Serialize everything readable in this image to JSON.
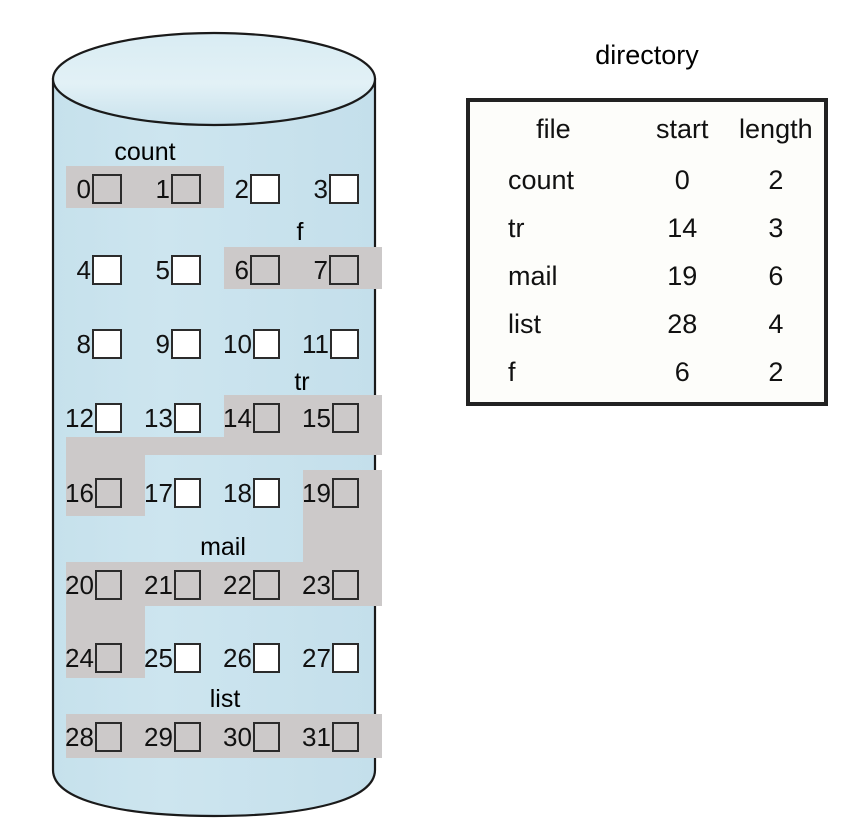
{
  "figure": {
    "title": "contiguous-allocation-disk-diagram",
    "disk": {
      "label": "disk-cylinder",
      "fill_color": "#cbe3ed",
      "stroke_color": "#1a1a1a"
    },
    "allocation_color": "#ccc9c9",
    "free_block_color": "#ffffff",
    "block_count": 32,
    "blocks_per_row": 4,
    "row_count": 8,
    "blocks": [
      {
        "num": "0",
        "used": true
      },
      {
        "num": "1",
        "used": true
      },
      {
        "num": "2",
        "used": false
      },
      {
        "num": "3",
        "used": false
      },
      {
        "num": "4",
        "used": false
      },
      {
        "num": "5",
        "used": false
      },
      {
        "num": "6",
        "used": true
      },
      {
        "num": "7",
        "used": true
      },
      {
        "num": "8",
        "used": false
      },
      {
        "num": "9",
        "used": false
      },
      {
        "num": "10",
        "used": false
      },
      {
        "num": "11",
        "used": false
      },
      {
        "num": "12",
        "used": false
      },
      {
        "num": "13",
        "used": false
      },
      {
        "num": "14",
        "used": true
      },
      {
        "num": "15",
        "used": true
      },
      {
        "num": "16",
        "used": true
      },
      {
        "num": "17",
        "used": false
      },
      {
        "num": "18",
        "used": false
      },
      {
        "num": "19",
        "used": true
      },
      {
        "num": "20",
        "used": true
      },
      {
        "num": "21",
        "used": true
      },
      {
        "num": "22",
        "used": true
      },
      {
        "num": "23",
        "used": true
      },
      {
        "num": "24",
        "used": true
      },
      {
        "num": "25",
        "used": false
      },
      {
        "num": "26",
        "used": false
      },
      {
        "num": "27",
        "used": false
      },
      {
        "num": "28",
        "used": true
      },
      {
        "num": "29",
        "used": true
      },
      {
        "num": "30",
        "used": true
      },
      {
        "num": "31",
        "used": true
      }
    ],
    "file_labels": [
      {
        "name": "count",
        "text": "count"
      },
      {
        "name": "f",
        "text": "f"
      },
      {
        "name": "tr",
        "text": "tr"
      },
      {
        "name": "mail",
        "text": "mail"
      },
      {
        "name": "list",
        "text": "list"
      }
    ]
  },
  "directory": {
    "title": "directory",
    "columns": [
      "file",
      "start",
      "length"
    ],
    "rows": [
      {
        "file": "count",
        "start": "0",
        "length": "2"
      },
      {
        "file": "tr",
        "start": "14",
        "length": "3"
      },
      {
        "file": "mail",
        "start": "19",
        "length": "6"
      },
      {
        "file": "list",
        "start": "28",
        "length": "4"
      },
      {
        "file": "f",
        "start": "6",
        "length": "2"
      }
    ]
  },
  "chart_data": {
    "type": "table",
    "title": "directory",
    "categories": [
      "file",
      "start",
      "length"
    ],
    "rows": [
      [
        "count",
        "0",
        "2"
      ],
      [
        "tr",
        "14",
        "3"
      ],
      [
        "mail",
        "19",
        "6"
      ],
      [
        "list",
        "28",
        "4"
      ],
      [
        "f",
        "6",
        "2"
      ]
    ]
  }
}
